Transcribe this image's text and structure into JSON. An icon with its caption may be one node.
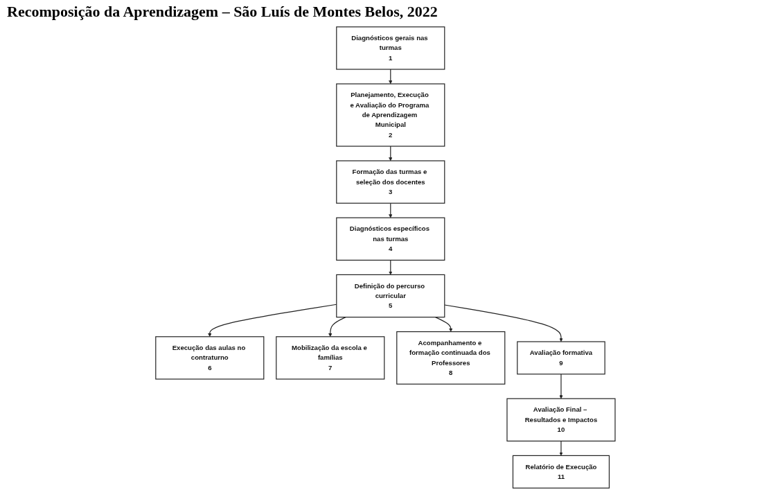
{
  "diagram": {
    "title": "Recomposição da Aprendizagem – São Luís de Montes Belos, 2022",
    "nodes": [
      {
        "text": [
          "Diagnósticos gerais nas turmas",
          "1"
        ]
      },
      {
        "text": [
          "Planejamento, Execução e Avaliação do Programa de Aprendizagem Municipal",
          "2"
        ]
      },
      {
        "text": [
          "Formação das turmas e seleção dos docentes",
          "3"
        ]
      },
      {
        "text": [
          "Diagnósticos específicos nas turmas",
          "4"
        ]
      },
      {
        "text": [
          "Definição do percurso curricular",
          "5"
        ]
      },
      {
        "text": [
          "Execução das aulas no contraturno",
          "6"
        ]
      },
      {
        "text": [
          "Mobilização da escola e famílias",
          "7"
        ]
      },
      {
        "text": [
          "Acompanhamento e formação continuada dos Professores",
          "8"
        ]
      },
      {
        "text": [
          "Avaliação formativa",
          "9"
        ]
      },
      {
        "text": [
          "Avaliação Final – Resultados e Impactos",
          "10"
        ]
      },
      {
        "text": [
          "Relatório de Execução",
          "11"
        ]
      }
    ],
    "edges": [
      {
        "from": 0,
        "to": 1,
        "arrow": "to"
      },
      {
        "from": 1,
        "to": 2,
        "arrow": "to"
      },
      {
        "from": 2,
        "to": 3,
        "arrow": "to"
      },
      {
        "from": 3,
        "to": 4,
        "arrow": "to"
      },
      {
        "from": 4,
        "to": 5,
        "arrow": "to"
      },
      {
        "from": 4,
        "to": 6,
        "arrow": "to"
      },
      {
        "from": 4,
        "to": 7,
        "arrow": "to"
      },
      {
        "from": 4,
        "to": 8,
        "arrow": "to"
      },
      {
        "from": 8,
        "to": 9,
        "arrow": "to"
      },
      {
        "from": 9,
        "to": 10,
        "arrow": "to"
      }
    ]
  }
}
